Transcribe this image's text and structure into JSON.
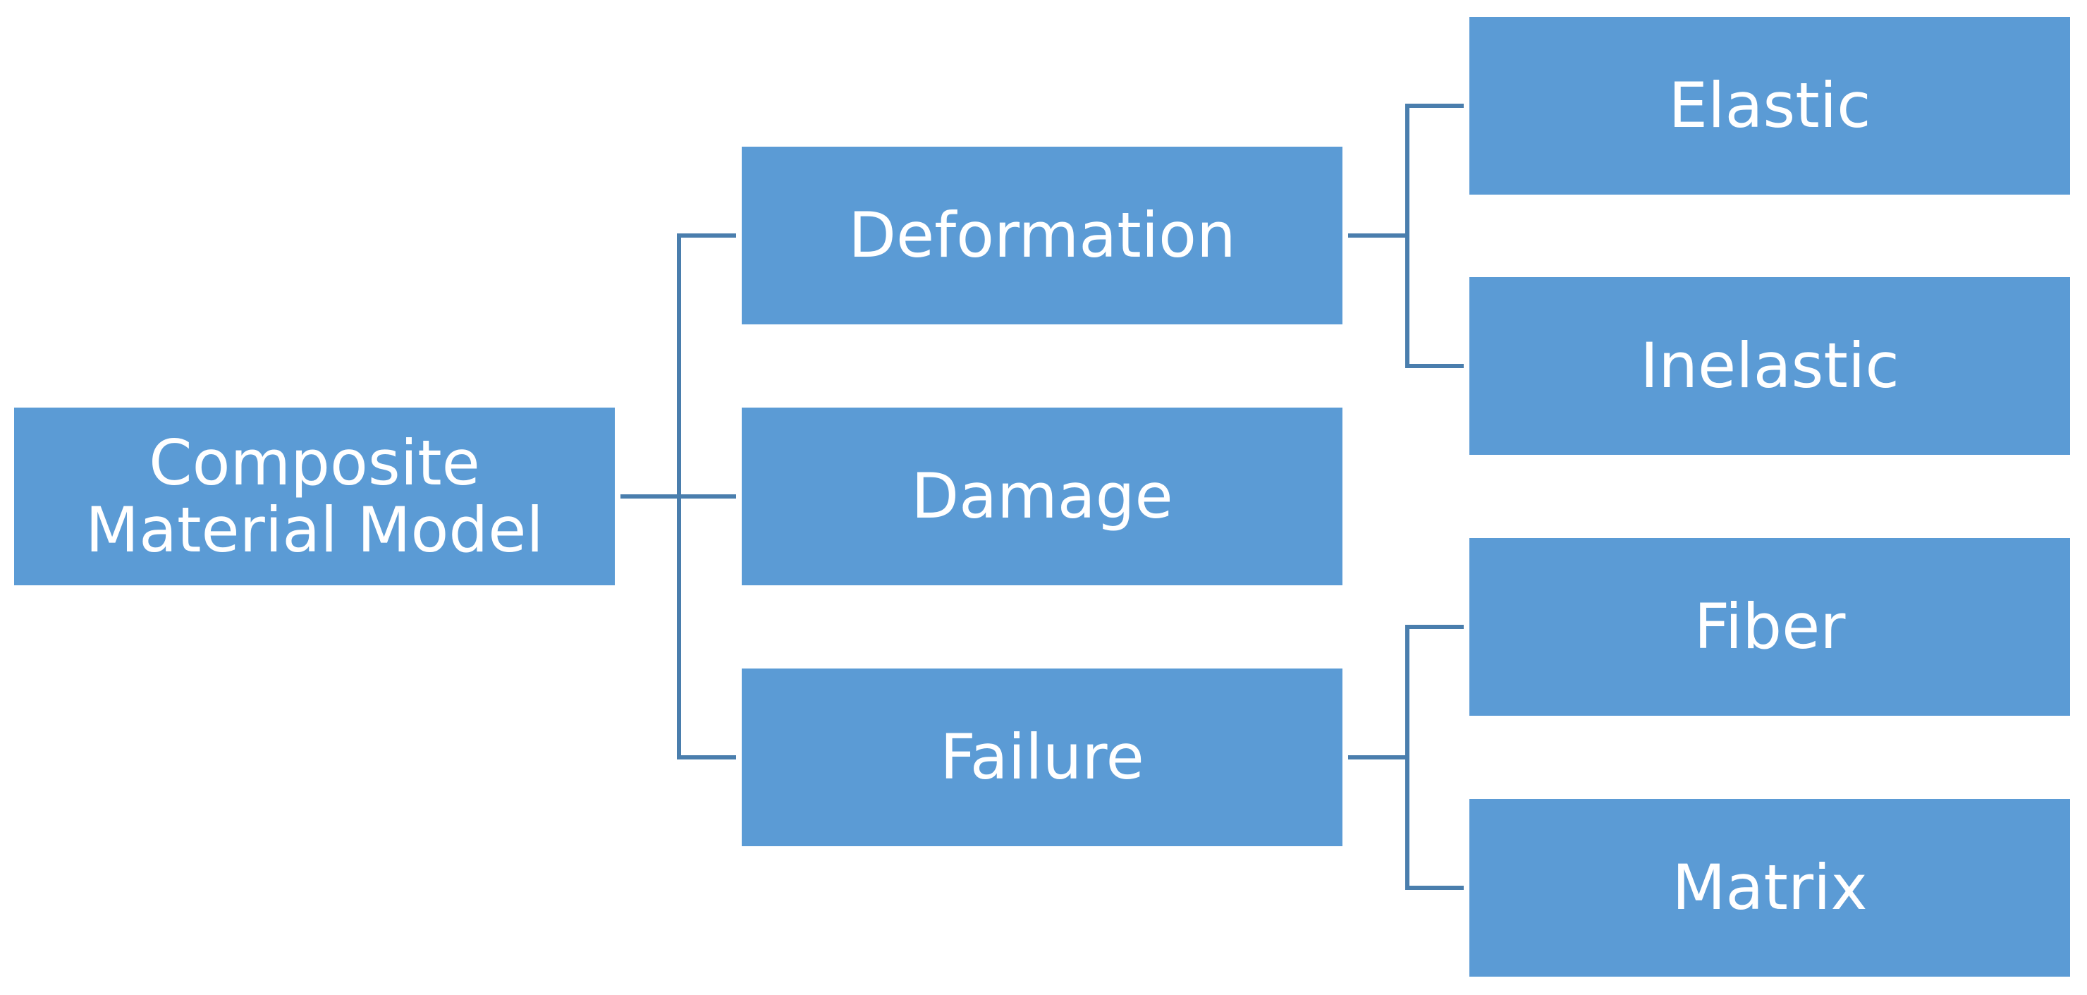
{
  "diagram": {
    "root": {
      "label": "Composite\nMaterial Model"
    },
    "level1": [
      {
        "label": "Deformation"
      },
      {
        "label": "Damage"
      },
      {
        "label": "Failure"
      }
    ],
    "level2": [
      {
        "label": "Elastic"
      },
      {
        "label": "Inelastic"
      },
      {
        "label": "Fiber"
      },
      {
        "label": "Matrix"
      }
    ]
  },
  "colors": {
    "box_fill": "#5b9bd5",
    "connector": "#4a7ead",
    "text": "#ffffff",
    "background": "#ffffff"
  }
}
